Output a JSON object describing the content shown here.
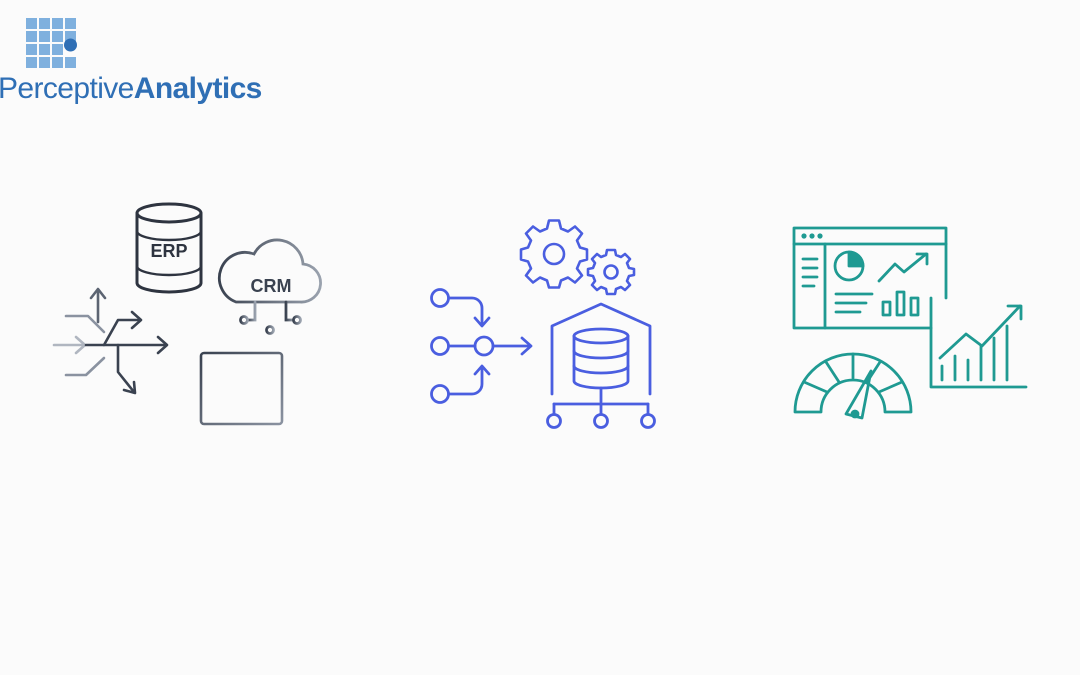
{
  "brand": {
    "name_light": "Perceptive",
    "name_bold": "Analytics"
  },
  "sources": {
    "erp_label": "ERP",
    "crm_label": "CRM"
  },
  "colors": {
    "brand_blue": "#2f6fb5",
    "logo_light": "#7fb0de",
    "logo_mid": "#5a9ad6",
    "sources_stroke": "#3a4250",
    "sources_fade": "#8a92a0",
    "pipeline_stroke": "#4a5ee0",
    "analytics_stroke": "#1f9a92"
  },
  "icons": [
    "logo-grid-icon",
    "data-flow-arrows-icon",
    "erp-database-icon",
    "crm-cloud-icon",
    "spreadsheet-table-icon",
    "pipeline-merge-icon",
    "gears-icon",
    "data-warehouse-icon",
    "dashboard-screen-icon",
    "growth-chart-icon",
    "speedometer-gauge-icon"
  ]
}
